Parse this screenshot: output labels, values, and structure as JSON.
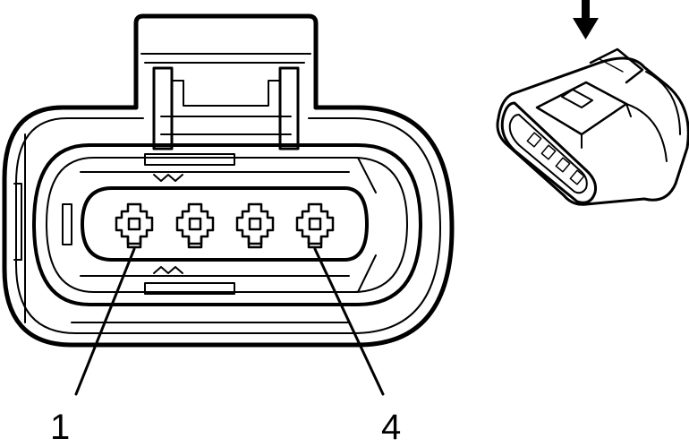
{
  "diagram": {
    "pin_labels": {
      "first": "1",
      "last": "4"
    },
    "pin_count": 4,
    "colors": {
      "stroke": "#000000",
      "background": "#ffffff"
    },
    "icons": {
      "insertion_arrow": "arrow-down-icon"
    }
  }
}
